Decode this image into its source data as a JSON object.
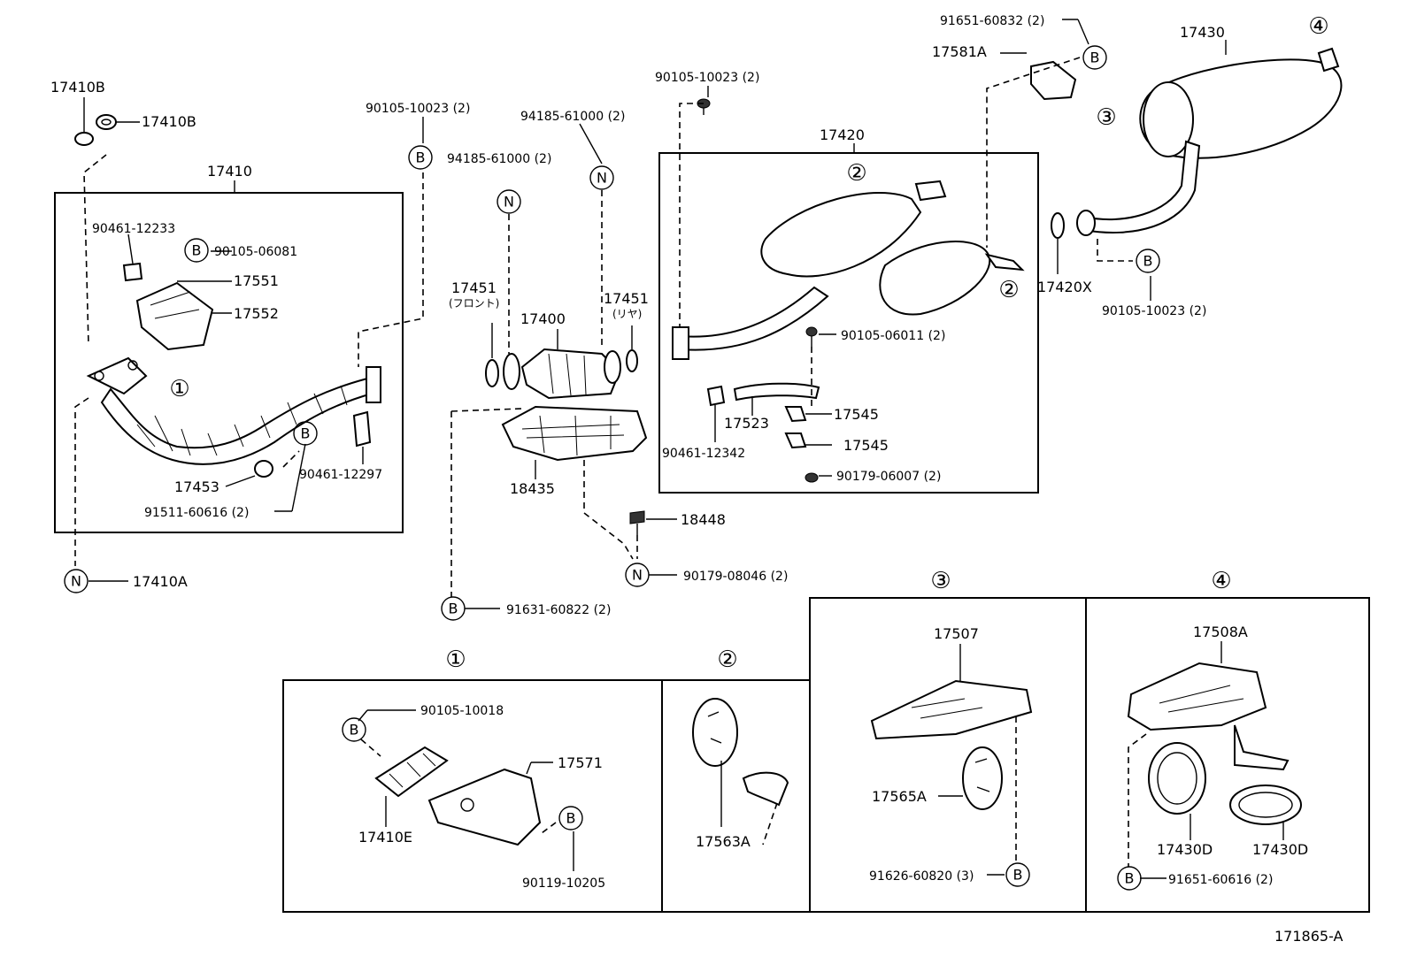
{
  "diagram_id": "171865-A",
  "labels": {
    "p17410": "17410",
    "p17410B_top": "17410B",
    "p17410B": "17410B",
    "p90461_12233": "90461-12233",
    "p90105_06081": "90105-06081",
    "p17551": "17551",
    "p17552": "17552",
    "p17453": "17453",
    "p91511": "91511-60616 (2)",
    "p90461_12297": "90461-12297",
    "p17410A": "17410A",
    "p90105_10023_a": "90105-10023 (2)",
    "p94185_a": "94185-61000 (2)",
    "p94185_b": "94185-61000 (2)",
    "p17451_front": "17451",
    "p17451_front_sub": "(フロント)",
    "p17451_rear": "17451",
    "p17451_rear_sub": "(リヤ)",
    "p17400": "17400",
    "p18435": "18435",
    "p18448": "18448",
    "p90179_08046": "90179-08046 (2)",
    "p91631": "91631-60822 (2)",
    "p90105_10023_b": "90105-10023 (2)",
    "p17420": "17420",
    "p90105_06011": "90105-06011 (2)",
    "p17523": "17523",
    "p17545_a": "17545",
    "p17545_b": "17545",
    "p90461_12342": "90461-12342",
    "p90179_06007": "90179-06007 (2)",
    "p91651_60832": "91651-60832 (2)",
    "p17581A": "17581A",
    "p17430": "17430",
    "p17420X": "17420X",
    "p90105_10023_c": "90105-10023 (2)",
    "p90105_10018": "90105-10018",
    "p17571": "17571",
    "p17410E": "17410E",
    "p90119": "90119-10205",
    "p17563A": "17563A",
    "p17507": "17507",
    "p17565A": "17565A",
    "p91626": "91626-60820 (3)",
    "p17508A": "17508A",
    "p17430D_a": "17430D",
    "p17430D_b": "17430D",
    "p91651_60616": "91651-60616 (2)"
  },
  "markers": {
    "one": "①",
    "two": "②",
    "three": "③",
    "four": "④",
    "b": "B",
    "n": "N"
  }
}
